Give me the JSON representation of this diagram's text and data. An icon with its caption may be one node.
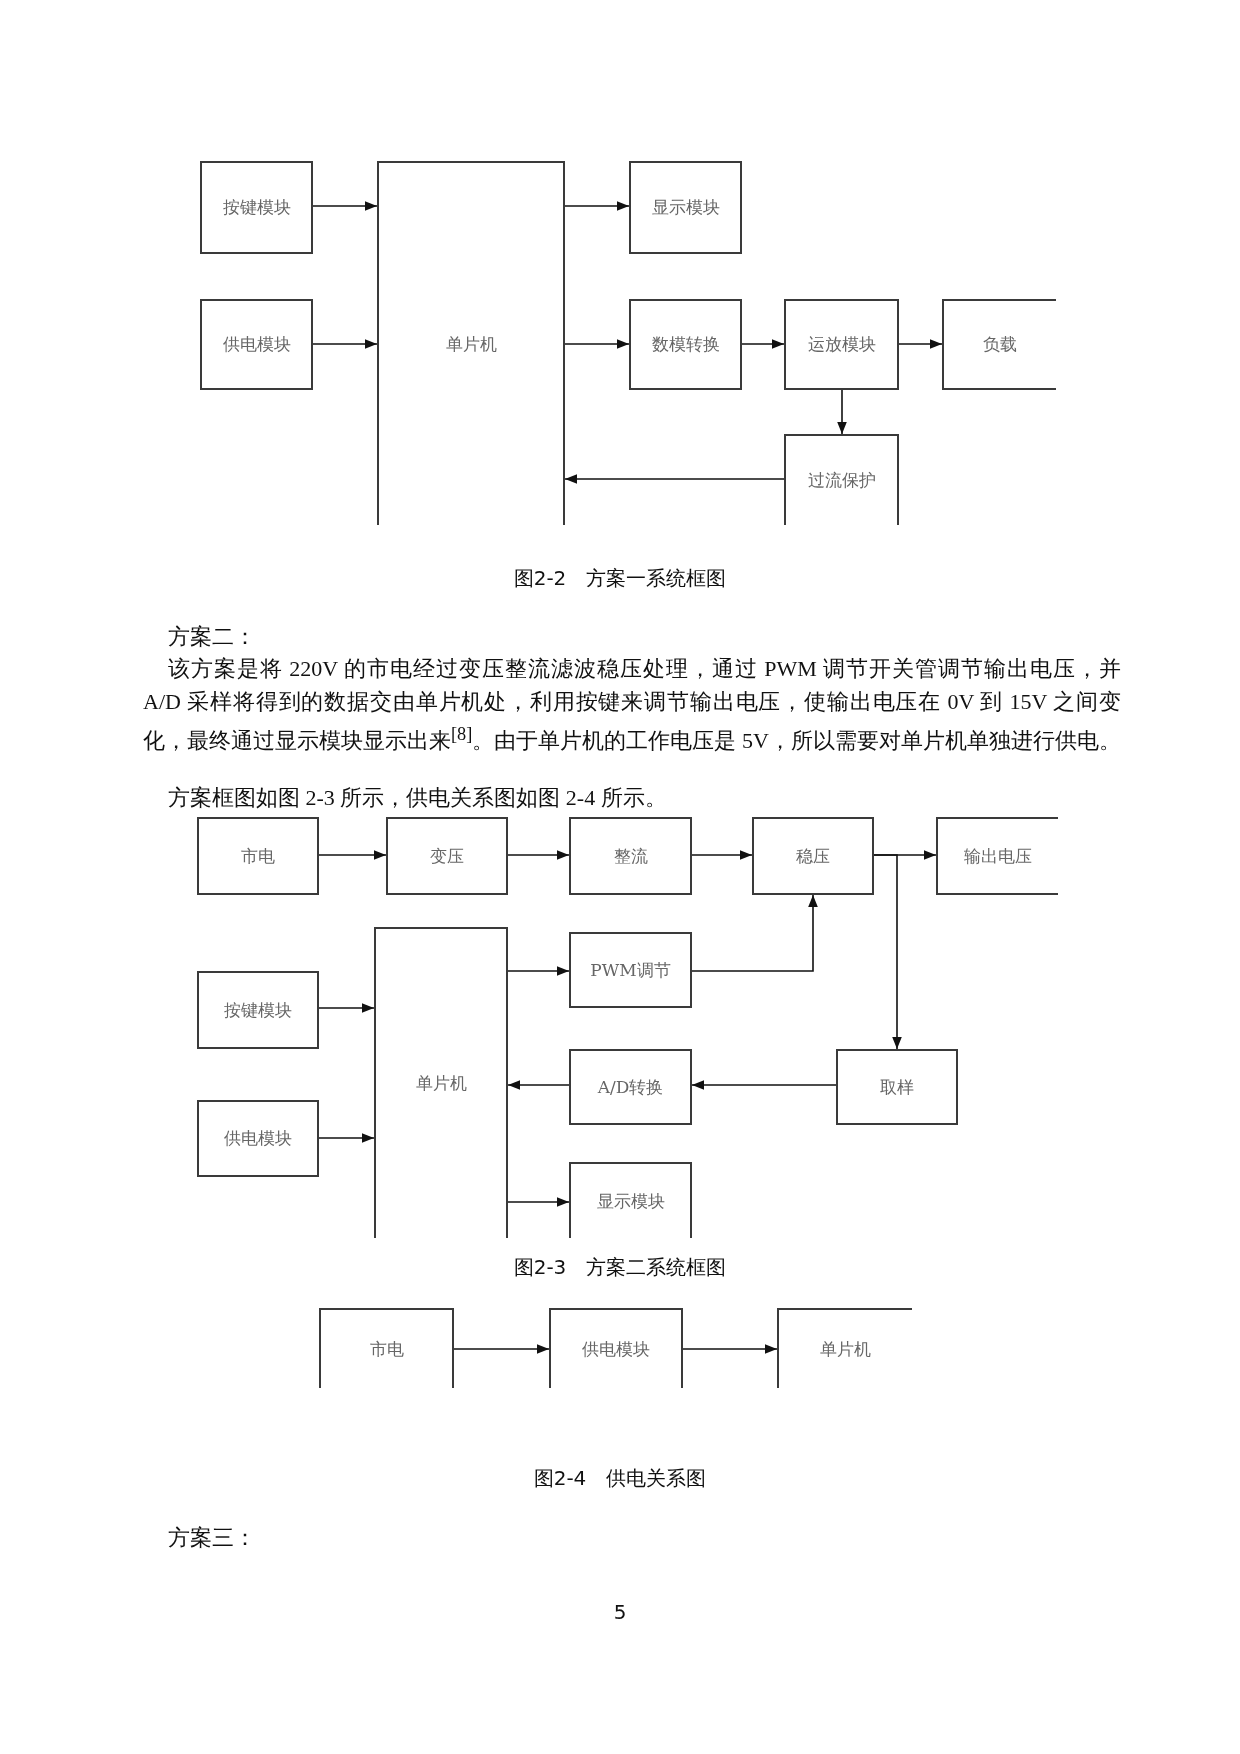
{
  "diagram": {
    "nodes": [
      {
        "text": [
          "按键模块"
        ]
      },
      {
        "text": [
          "单片机"
        ]
      },
      {
        "text": [
          "显示模块"
        ]
      },
      {
        "text": [
          "供电模块"
        ]
      },
      {
        "text": [
          "数模转换"
        ]
      },
      {
        "text": [
          "运放模块"
        ]
      },
      {
        "text": [
          "负载"
        ]
      },
      {
        "text": [
          "过流保护"
        ]
      },
      {
        "text": [
          "市电"
        ]
      },
      {
        "text": [
          "变压"
        ]
      },
      {
        "text": [
          "整流"
        ]
      },
      {
        "text": [
          "稳压"
        ]
      },
      {
        "text": [
          "输出电压"
        ]
      },
      {
        "text": [
          "单片机"
        ]
      },
      {
        "text": [
          "PWM调节"
        ]
      },
      {
        "text": [
          "按键模块"
        ]
      },
      {
        "text": [
          "A/D转换"
        ]
      },
      {
        "text": [
          "取样"
        ]
      },
      {
        "text": [
          "供电模块"
        ]
      },
      {
        "text": [
          "显示模块"
        ]
      },
      {
        "text": [
          "市电"
        ]
      },
      {
        "text": [
          "供电模块"
        ]
      },
      {
        "text": [
          "单片机"
        ]
      }
    ],
    "edges": [
      {
        "from": 0,
        "to": 1,
        "arrow": "to"
      },
      {
        "from": 3,
        "to": 1,
        "arrow": "to"
      },
      {
        "from": 1,
        "to": 2,
        "arrow": "to"
      },
      {
        "from": 1,
        "to": 4,
        "arrow": "to"
      },
      {
        "from": 4,
        "to": 5,
        "arrow": "to"
      },
      {
        "from": 5,
        "to": 6,
        "arrow": "to"
      },
      {
        "from": 5,
        "to": 7,
        "arrow": "to"
      },
      {
        "from": 7,
        "to": 1,
        "arrow": "to"
      },
      {
        "from": 8,
        "to": 9,
        "arrow": "to"
      },
      {
        "from": 9,
        "to": 10,
        "arrow": "to"
      },
      {
        "from": 10,
        "to": 11,
        "arrow": "to"
      },
      {
        "from": 11,
        "to": 12,
        "arrow": "to"
      },
      {
        "from": 11,
        "to": 17,
        "arrow": "to"
      },
      {
        "from": 14,
        "to": 11,
        "arrow": "to"
      },
      {
        "from": 13,
        "to": 14,
        "arrow": "to"
      },
      {
        "from": 15,
        "to": 13,
        "arrow": "to"
      },
      {
        "from": 18,
        "to": 13,
        "arrow": "to"
      },
      {
        "from": 17,
        "to": 16,
        "arrow": "to"
      },
      {
        "from": 16,
        "to": 13,
        "arrow": "to"
      },
      {
        "from": 13,
        "to": 19,
        "arrow": "to"
      },
      {
        "from": 20,
        "to": 21,
        "arrow": "to"
      },
      {
        "from": 21,
        "to": 22,
        "arrow": "to"
      }
    ],
    "labels": [
      "图2-2　方案一系统框图",
      "方案二：",
      "该方案是将 220V 的市电经过变压整流滤波稳压处理，通过 PWM 调节开关管调节输出电压，并 A/D 采样将得到的数据交由单片机处，利用按键来调节输出电压，使输出电压在 0V 到 15V 之间变化，最终通过显示模块显示出来$^{[8]}$。由于单片机的工作电压是 5V，所以需要对单片机单独进行供电。",
      "方案框图如图 2-3 所示，供电关系图如图 2-4 所示。",
      "图2-3　方案二系统框图",
      "图2-4　供电关系图",
      "方案三：",
      "5"
    ]
  }
}
